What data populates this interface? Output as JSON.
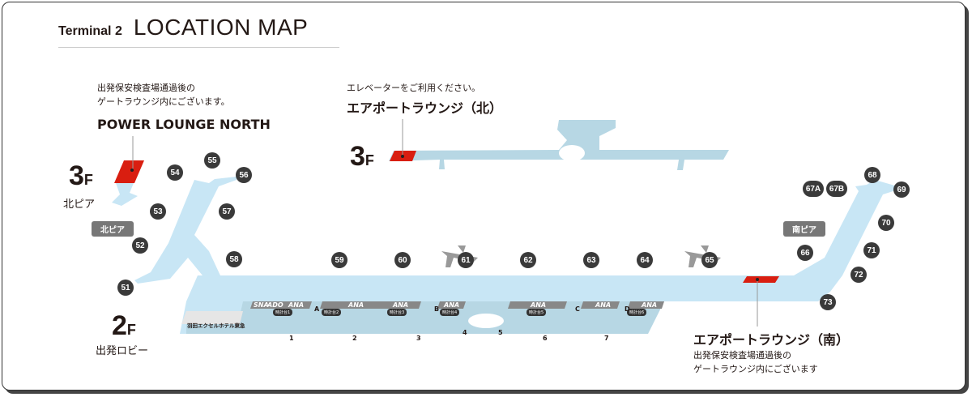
{
  "header": {
    "terminal": "Terminal 2",
    "title": "LOCATION MAP"
  },
  "colors": {
    "concourse": "#c8e6f5",
    "lobby": "#b7d7e4",
    "lounge": "#d91e10",
    "gate": "#3a3a3a",
    "counter": "#888888"
  },
  "floors": {
    "north_3f": {
      "floor": "3",
      "unit": "F",
      "name": "北ピア"
    },
    "central_3f": {
      "floor": "3",
      "unit": "F"
    },
    "main_2f": {
      "floor": "2",
      "unit": "F",
      "name": "出発ロビー"
    }
  },
  "lounges": {
    "north_power": {
      "note_line1": "出発保安検査場通過後の",
      "note_line2": "ゲートラウンジ内にございます。",
      "name": "POWER LOUNGE NORTH"
    },
    "airport_north": {
      "note": "エレベーターをご利用ください。",
      "name": "エアポートラウンジ（北）"
    },
    "airport_south": {
      "name": "エアポートラウンジ（南）",
      "note_line1": "出発保安検査場通過後の",
      "note_line2": "ゲートラウンジ内にございます"
    }
  },
  "pier_tags": {
    "north": "北ピア",
    "south": "南ピア"
  },
  "gates": [
    "51",
    "52",
    "53",
    "54",
    "55",
    "56",
    "57",
    "58",
    "59",
    "60",
    "61",
    "62",
    "63",
    "64",
    "65",
    "66",
    "67A",
    "67B",
    "68",
    "69",
    "70",
    "71",
    "72",
    "73"
  ],
  "lobby": {
    "hotel": "羽田エクセルホテル東急",
    "airlines": [
      "SNA",
      "ADO",
      "ANA",
      "ANA",
      "ANA",
      "ANA",
      "ANA",
      "ANA",
      "ANA"
    ],
    "clock_towers": [
      "時計台1",
      "時計台2",
      "時計台3",
      "時計台4",
      "時計台5",
      "時計台6"
    ],
    "security": [
      "A",
      "B",
      "C",
      "D"
    ],
    "entrances": [
      "1",
      "2",
      "3",
      "4",
      "5",
      "6",
      "7"
    ]
  }
}
